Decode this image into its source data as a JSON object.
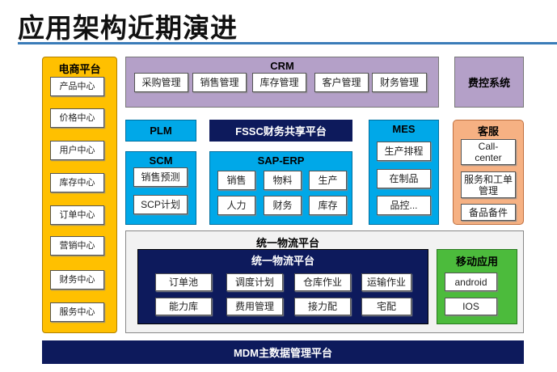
{
  "title": "应用架构近期演进",
  "ecommerce": {
    "label": "电商平台",
    "items": [
      "产品中心",
      "价格中心",
      "用户中心",
      "库存中心",
      "订单中心",
      "营销中心",
      "财务中心",
      "服务中心"
    ]
  },
  "crm": {
    "label": "CRM",
    "items": [
      "采购管理",
      "销售管理",
      "库存管理",
      "客户管理",
      "财务管理"
    ]
  },
  "expense": {
    "label": "费控系统"
  },
  "plm": {
    "label": "PLM"
  },
  "fssc": {
    "label": "FSSC财务共享平台"
  },
  "mes": {
    "label": "MES",
    "items": [
      "生产排程",
      "在制品",
      "品控..."
    ]
  },
  "service": {
    "label": "客服",
    "items": [
      "Call-center",
      "服务和工单管理",
      "备品备件"
    ]
  },
  "scm": {
    "label": "SCM",
    "items": [
      "销售预测",
      "SCP计划"
    ]
  },
  "sap": {
    "label": "SAP-ERP",
    "items": [
      "销售",
      "物料",
      "生产",
      "人力",
      "财务",
      "库存"
    ]
  },
  "logistics": {
    "outer_label": "统一物流平台",
    "inner_label": "统一物流平台",
    "items": [
      "订单池",
      "调度计划",
      "仓库作业",
      "运输作业",
      "能力库",
      "费用管理",
      "接力配",
      "宅配"
    ]
  },
  "mobile": {
    "label": "移动应用",
    "items": [
      "android",
      "IOS"
    ]
  },
  "mdm": {
    "label": "MDM主数据管理平台"
  }
}
